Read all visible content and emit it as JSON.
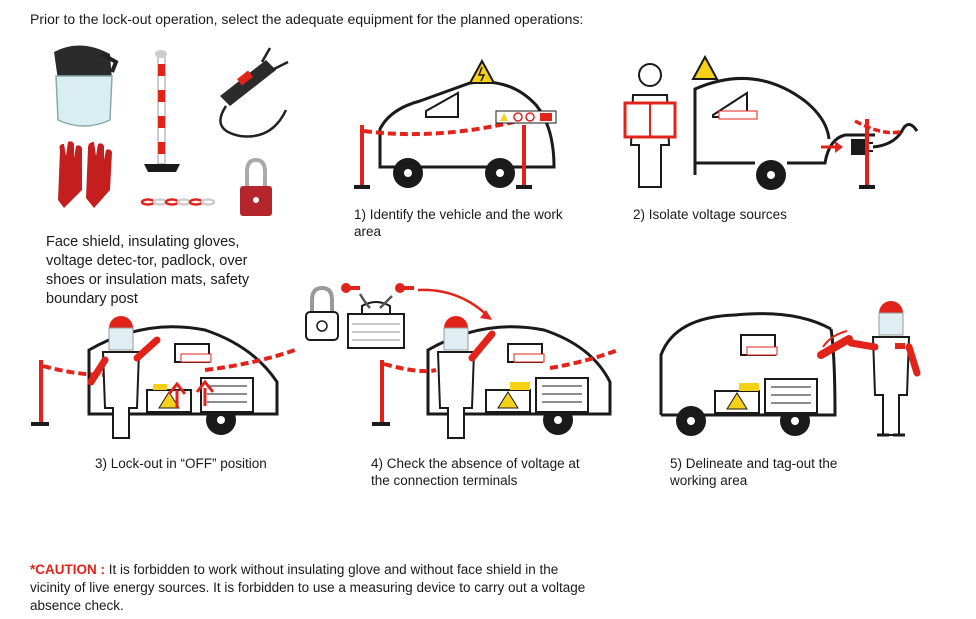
{
  "intro": "Prior to the lock-out operation, select the adequate equipment for the planned operations:",
  "equipment_description": "Face shield, insulating gloves, voltage detec-tor, padlock, over shoes or insulation mats, safety boundary post",
  "steps": [
    {
      "caption": "1) Identify the vehicle and the work area"
    },
    {
      "caption": "2) Isolate voltage sources"
    },
    {
      "caption": "3) Lock-out in “OFF” position"
    },
    {
      "caption": "4) Check the absence of voltage at the connection terminals"
    },
    {
      "caption": "5) Delineate and tag-out the working area"
    }
  ],
  "caution": {
    "label": "*CAUTION :",
    "text": "It is forbidden to work without insulating glove and without face shield in the vicinity of live energy sources. It is forbidden to use a measuring device to carry out a voltage absence check."
  },
  "colors": {
    "accent": "#e2231a",
    "line": "#1a1a1a",
    "warning": "#f7d117"
  }
}
